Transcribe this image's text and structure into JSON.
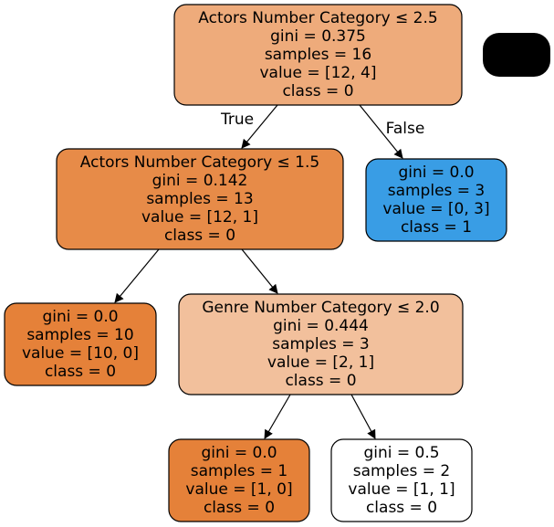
{
  "tree": {
    "nodes": [
      {
        "id": "node-0",
        "lines": [
          "Actors Number Category ≤ 2.5",
          "gini = 0.375",
          "samples = 16",
          "value = [12, 4]",
          "class = 0"
        ],
        "fill": "#eeab7b"
      },
      {
        "id": "node-1",
        "lines": [
          "Actors Number Category ≤ 1.5",
          "gini = 0.142",
          "samples = 13",
          "value = [12, 1]",
          "class = 0"
        ],
        "fill": "#e78b48"
      },
      {
        "id": "node-2",
        "lines": [
          "gini = 0.0",
          "samples = 10",
          "value = [10, 0]",
          "class = 0"
        ],
        "fill": "#e58139"
      },
      {
        "id": "node-3",
        "lines": [
          "Genre Number Category ≤ 2.0",
          "gini = 0.444",
          "samples = 3",
          "value = [2, 1]",
          "class = 0"
        ],
        "fill": "#f2c09c"
      },
      {
        "id": "node-4",
        "lines": [
          "gini = 0.0",
          "samples = 1",
          "value = [1, 0]",
          "class = 0"
        ],
        "fill": "#e58139"
      },
      {
        "id": "node-5",
        "lines": [
          "gini = 0.5",
          "samples = 2",
          "value = [1, 1]",
          "class = 0"
        ],
        "fill": "#ffffff"
      },
      {
        "id": "node-6",
        "lines": [
          "gini = 0.0",
          "samples = 3",
          "value = [0, 3]",
          "class = 1"
        ],
        "fill": "#399de5"
      }
    ],
    "edges": [
      {
        "from": "node-0",
        "to": "node-1",
        "label": "True"
      },
      {
        "from": "node-0",
        "to": "node-6",
        "label": "False"
      },
      {
        "from": "node-1",
        "to": "node-2",
        "label": ""
      },
      {
        "from": "node-1",
        "to": "node-3",
        "label": ""
      },
      {
        "from": "node-3",
        "to": "node-4",
        "label": ""
      },
      {
        "from": "node-3",
        "to": "node-5",
        "label": ""
      }
    ],
    "legend_box_fill": "#000000"
  }
}
